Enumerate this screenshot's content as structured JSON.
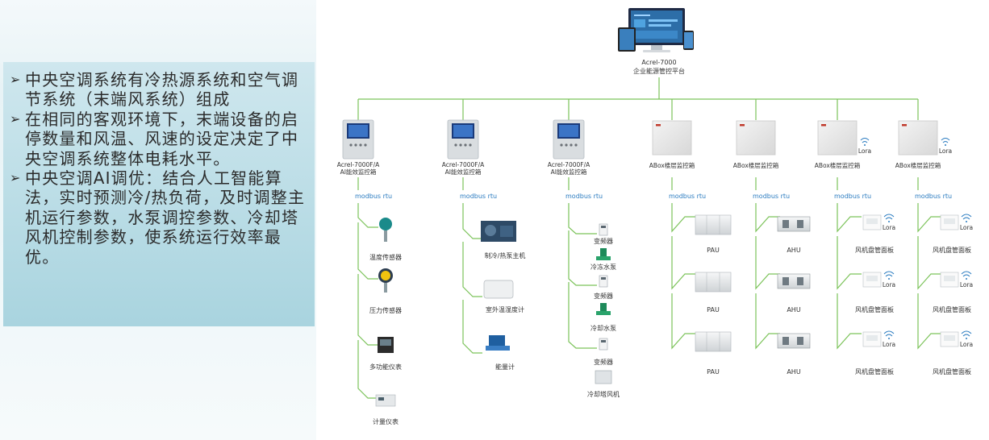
{
  "bullets": [
    "中央空调系统有冷热源系统和空气调节系统（末端风系统）组成",
    "在相同的客观环境下，末端设备的启停数量和风温、风速的设定决定了中央空调系统整体电耗水平。",
    "中央空调AI调优：结合人工智能算法，实时预测冷/热负荷，及时调整主机运行参数，水泵调控参数、冷却塔风机控制参数，使系统运行效率最优。"
  ],
  "platform": {
    "name": "Acrel-7000",
    "subtitle": "企业能源管控平台"
  },
  "protocol": "modbus rtu",
  "lora": "Lora",
  "columns": [
    {
      "controller": "Acrel-7000F/A",
      "controller_sub": "AI能效监控箱",
      "devices": [
        "温度传感器",
        "压力传感器",
        "多功能仪表",
        "计量仪表"
      ]
    },
    {
      "controller": "Acrel-7000F/A",
      "controller_sub": "AI能效监控箱",
      "devices": [
        "制冷/热泵主机",
        "室外温湿度计",
        "能量计"
      ]
    },
    {
      "controller": "Acrel-7000F/A",
      "controller_sub": "AI能效监控箱",
      "devices": [
        "变频器",
        "冷冻水泵",
        "变频器",
        "冷却水泵",
        "变频器",
        "冷却塔风机"
      ]
    },
    {
      "controller": "ABox楼层监控箱",
      "devices": [
        "PAU",
        "PAU",
        "PAU"
      ]
    },
    {
      "controller": "ABox楼层监控箱",
      "devices": [
        "AHU",
        "AHU",
        "AHU"
      ]
    },
    {
      "controller": "ABox楼层监控箱",
      "devices": [
        "风机盘管面板",
        "风机盘管面板",
        "风机盘管面板"
      ]
    },
    {
      "controller": "ABox楼层监控箱",
      "devices": [
        "风机盘管面板",
        "风机盘管面板",
        "风机盘管面板"
      ]
    }
  ],
  "colors": {
    "line": "#7cc35a",
    "protocol": "#2a7bc0",
    "panel": "#a9d4df"
  }
}
